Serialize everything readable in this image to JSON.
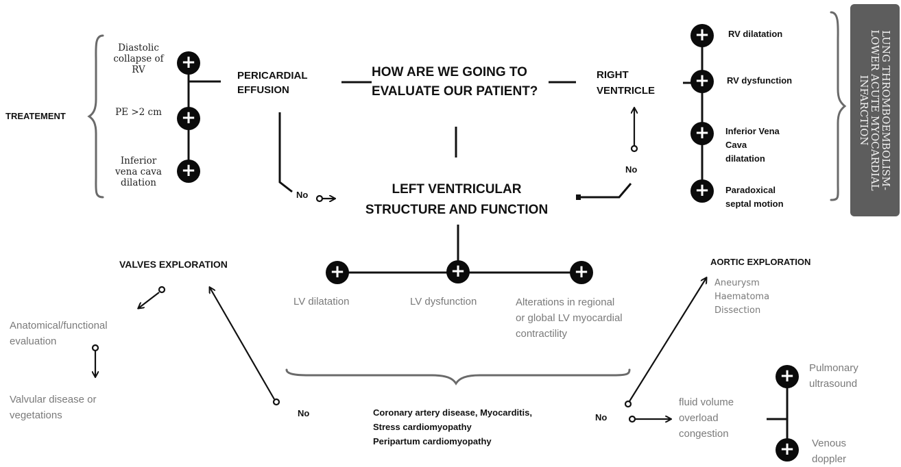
{
  "central": {
    "question": "HOW ARE WE GOING  TO\nEVALUATE OUR PATIENT?",
    "lv": "LEFT VENTRICULAR\nSTRUCTURE AND FUNCTION"
  },
  "pericardial": {
    "title": "PERICARDIAL\nEFFUSION",
    "treatment": "TREATEMENT",
    "items": [
      "Diastolic\ncollapse of\nRV",
      "PE  >2 cm",
      "Inferior\nvena cava\ndilation"
    ],
    "no": "No"
  },
  "right_ventricle": {
    "title": "RIGHT\nVENTRICLE",
    "items": [
      "RV dilatation",
      "RV dysfunction",
      "Inferior Vena\nCava\ndilatation",
      "Paradoxical\nseptal motion"
    ],
    "no": "No",
    "conclusion": "LUNG THROMBOEMBOLISM-\nLOWER ACUTE MYOCARDIAL\nINFARCTION"
  },
  "lv_findings": [
    "LV dilatation",
    "LV dysfunction",
    "Alterations in regional\nor global LV myocardial\ncontractility"
  ],
  "lv_causes": "Coronary artery disease, Myocarditis,\nStress cardiomyopathy\nPeripartum cardiomyopathy",
  "valves": {
    "title": "VALVES EXPLORATION",
    "step1": "Anatomical/functional\nevaluation",
    "step2": "Valvular disease or\nvegetations",
    "no": "No"
  },
  "aortic": {
    "title": "AORTIC EXPLORATION",
    "items": "Aneurysm\nHaematoma\nDissection",
    "no": "No"
  },
  "congestion": {
    "text": "fluid volume\noverload\ncongestion",
    "items": [
      "Pulmonary\nultrasound",
      "Venous\ndoppler"
    ]
  },
  "plus_symbol": "+"
}
